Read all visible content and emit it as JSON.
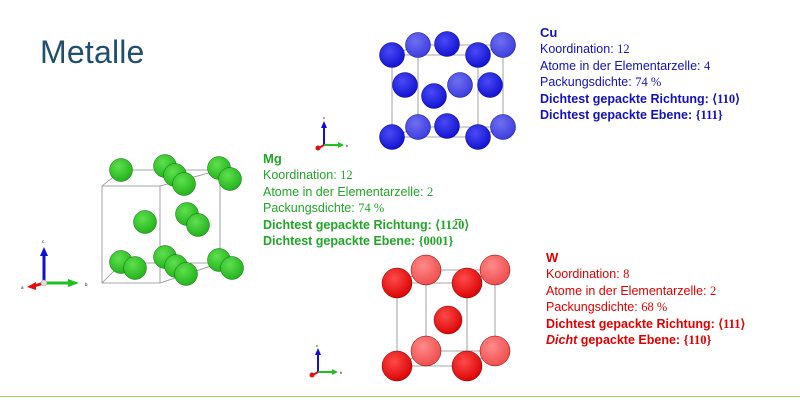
{
  "title": "Metalle",
  "colors": {
    "title": "#1f4e6e",
    "cu": "#1f1fe0",
    "cu_text": "#1212b8",
    "mg": "#22c41c",
    "mg_text": "#22a528",
    "w": "#ee0a0a",
    "w_text": "#e00000",
    "axis_c": "#1010d0",
    "axis_a": "#e01010",
    "axis_b": "#20c020",
    "rule": "#9bd35a"
  },
  "axis_labels": {
    "c": "c",
    "a": "a",
    "b": "b"
  },
  "metals": [
    {
      "id": "cu",
      "symbol": "Cu",
      "coord_label": "Koordination: ",
      "coord_value": "12",
      "atoms_label": "Atome in der Elementarzelle: ",
      "atoms_value": "4",
      "packing_label": "Packungsdichte: ",
      "packing_value": "74 %",
      "direction_label": "Dichtest gepackte Richtung: ",
      "direction_value": "⟨110⟩",
      "plane_label_italic": "",
      "plane_label": "Dichtest gepackte Ebene: ",
      "plane_value": "{111}"
    },
    {
      "id": "mg",
      "symbol": "Mg",
      "coord_label": "Koordination: ",
      "coord_value": "12",
      "atoms_label": "Atome in der Elementarzelle: ",
      "atoms_value": "2",
      "packing_label": "Packungsdichte: ",
      "packing_value": "74 %",
      "direction_label": "Dichtest gepackte Richtung: ",
      "direction_value": "⟨112̅0⟩",
      "plane_label_italic": "",
      "plane_label": "Dichtest gepackte Ebene: ",
      "plane_value": "{0001}"
    },
    {
      "id": "w",
      "symbol": "W",
      "coord_label": "Koordination: ",
      "coord_value": "8",
      "atoms_label": "Atome in der Elementarzelle: ",
      "atoms_value": "2",
      "packing_label": "Packungsdichte: ",
      "packing_value": "68 %",
      "direction_label": "Dichtest gepackte Richtung: ",
      "direction_value": "⟨111⟩",
      "plane_label_italic": "Dicht",
      "plane_label": " gepackte Ebene: ",
      "plane_value": "{110}"
    }
  ]
}
